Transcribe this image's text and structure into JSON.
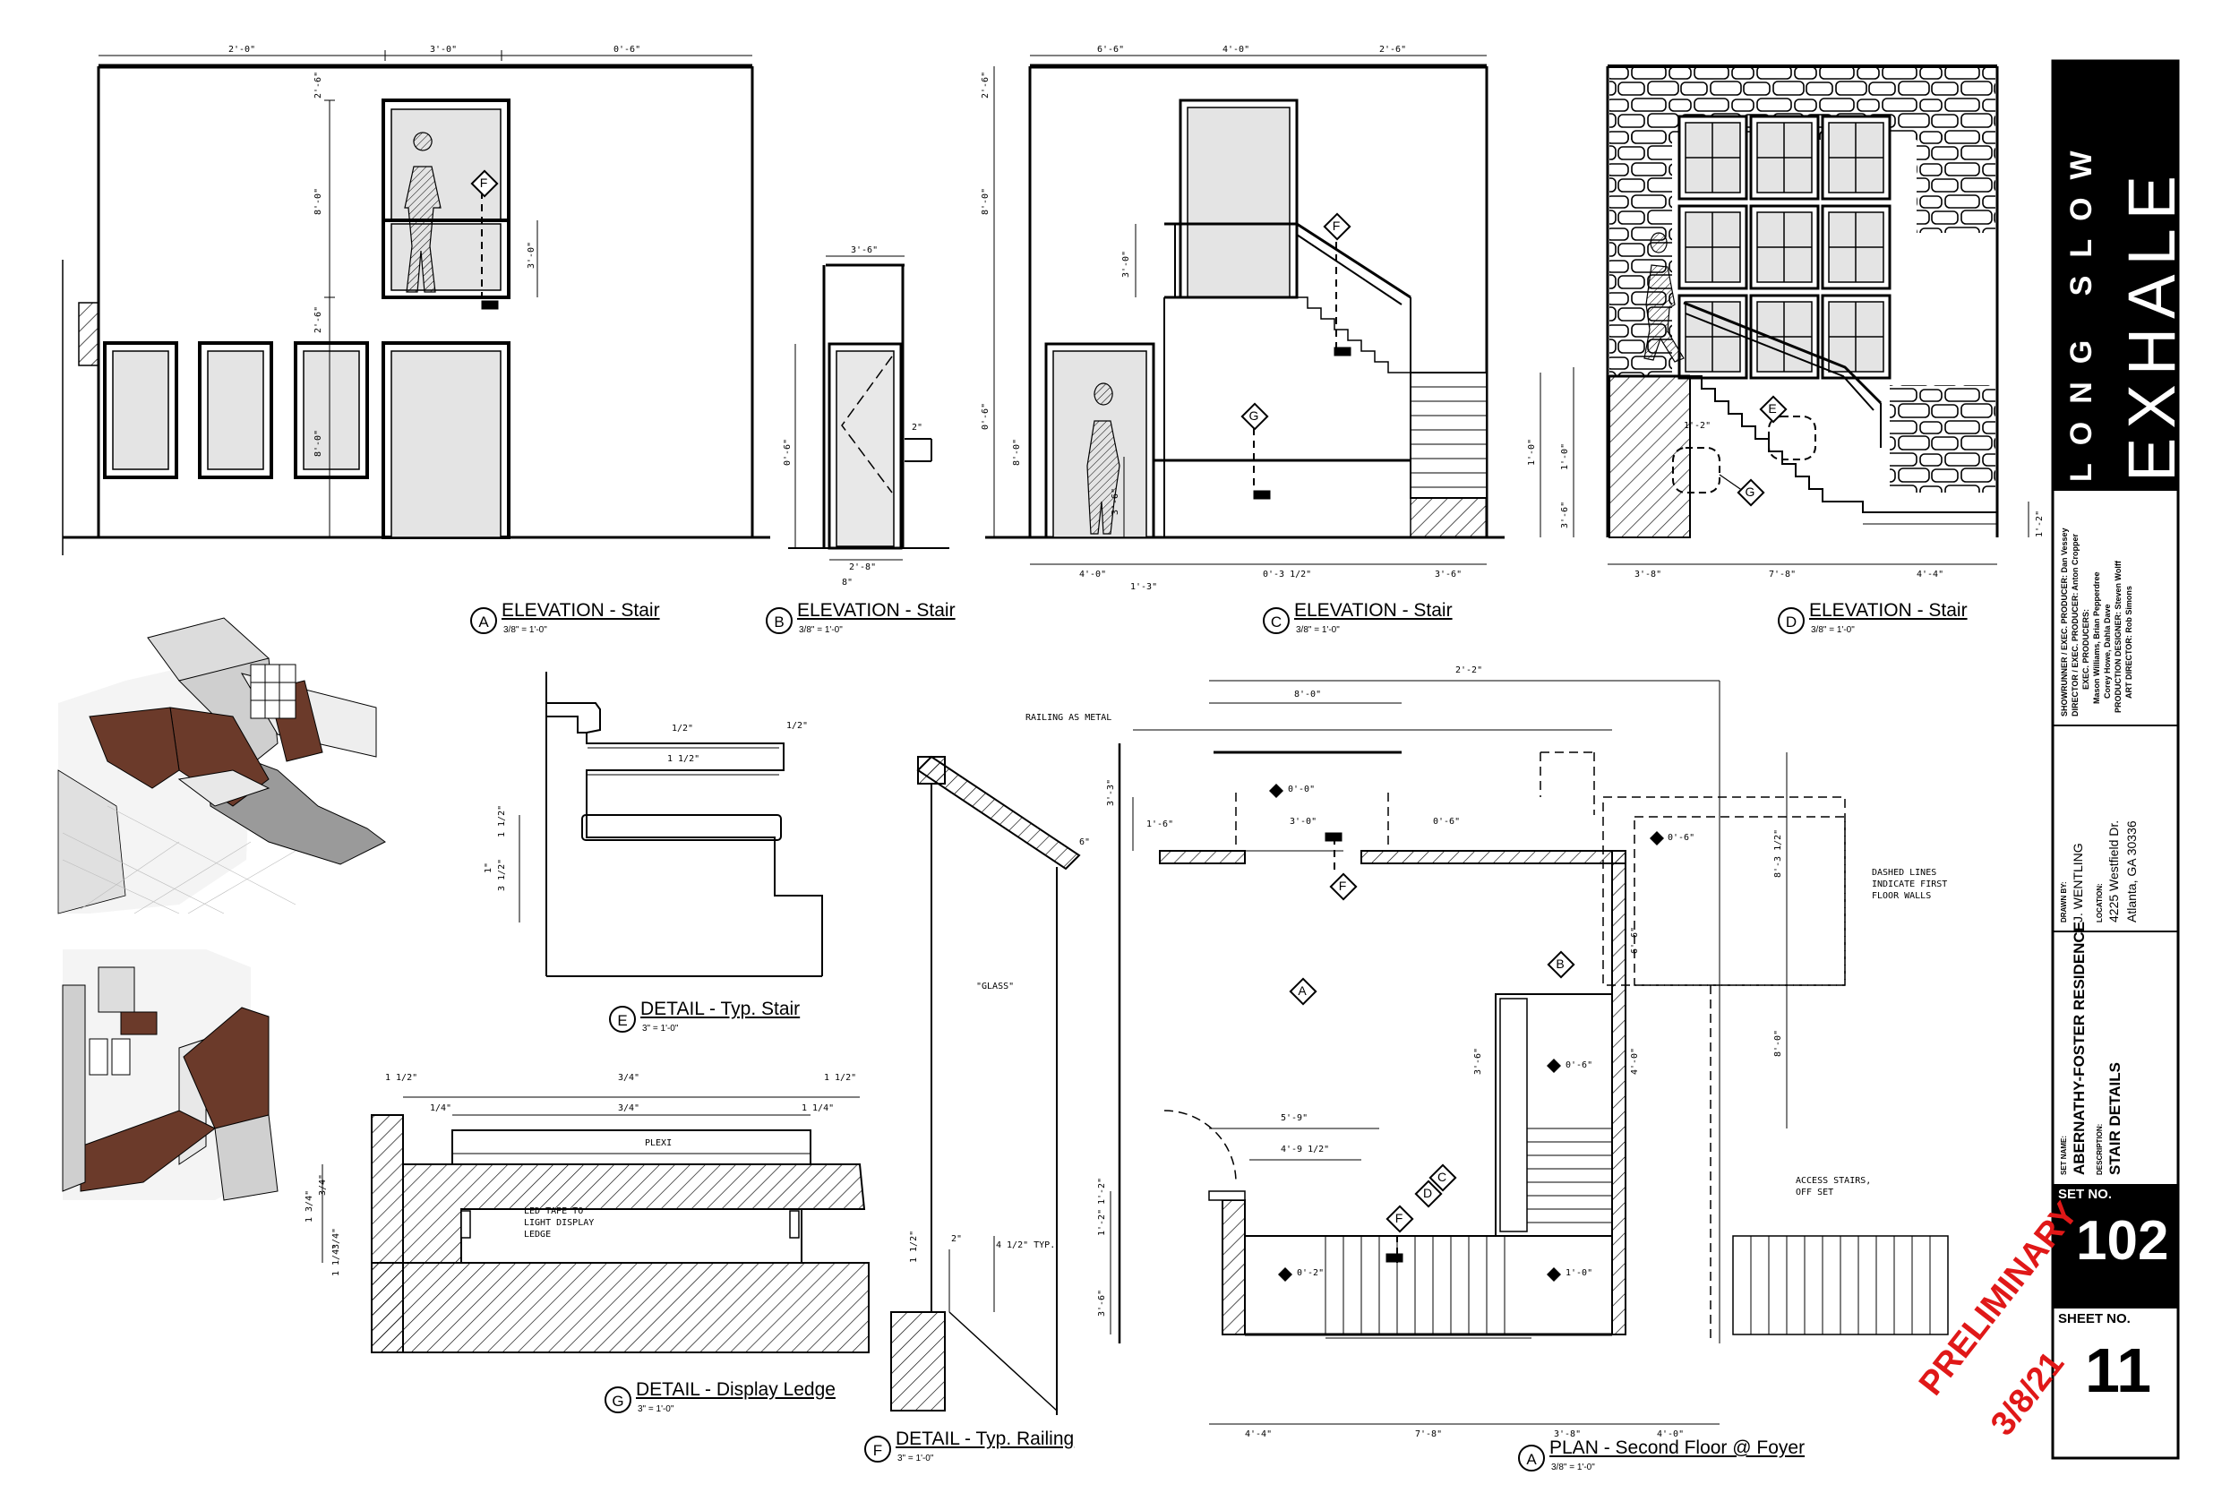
{
  "drawings": {
    "A": {
      "bubble": "A",
      "title": "ELEVATION - Stair",
      "scale": "3/8\" = 1'-0\""
    },
    "B": {
      "bubble": "B",
      "title": "ELEVATION - Stair",
      "scale": "3/8\" = 1'-0\""
    },
    "C": {
      "bubble": "C",
      "title": "ELEVATION - Stair",
      "scale": "3/8\" = 1'-0\""
    },
    "D": {
      "bubble": "D",
      "title": "ELEVATION - Stair",
      "scale": "3/8\" = 1'-0\""
    },
    "E": {
      "bubble": "E",
      "title": "DETAIL - Typ. Stair",
      "scale": "3\" = 1'-0\""
    },
    "G": {
      "bubble": "G",
      "title": "DETAIL - Display Ledge",
      "scale": "3\" = 1'-0\""
    },
    "F": {
      "bubble": "F",
      "title": "DETAIL - Typ. Railing",
      "scale": "3\" = 1'-0\""
    },
    "P": {
      "bubble": "A",
      "title": "PLAN - Second Floor @ Foyer",
      "scale": "3/8\" = 1'-0\""
    }
  },
  "dims": {
    "a_top": [
      "2'-0\"",
      "3'-0\"",
      "0'-6\""
    ],
    "a_left": [
      "2'-6\"",
      "8'-0\"",
      "2'-6\"",
      "8'-0\""
    ],
    "a_rail": "3'-0\"",
    "b_top": "3'-6\"",
    "b_left": "0'-6\"",
    "b_bottom": "2'-8\"",
    "b_bottom2": "8\"",
    "b_side": "2\"",
    "c_top": [
      "6'-6\"",
      "4'-0\"",
      "2'-6\""
    ],
    "c_left": [
      "2'-6\"",
      "8'-0\"",
      "0'-6\"",
      "8'-0\""
    ],
    "c_rail": "3'-0\"",
    "c_rail2": "3'-6\"",
    "c_right": "1'-0\"",
    "c_bottom": [
      "4'-0\"",
      "1'-3\"",
      "0'-3 1/2\"",
      "3'-6\""
    ],
    "d_bottom": [
      "3'-8\"",
      "7'-8\"",
      "4'-4\""
    ],
    "d_left": [
      "1'-0\"",
      "3'-6\""
    ],
    "d_small": "1'-2\"",
    "d_right": "1'-2\"",
    "e_dims": [
      "1/2\"",
      "1 1/2\"",
      "1 1/2\"",
      "3 1/2\"",
      "1\"",
      "1/2\""
    ],
    "g_dims": [
      "1 1/2\"",
      "3/4\"",
      "1 1/2\"",
      "3/4\"",
      "1/4\"",
      "1 1/4\"",
      "3/4\"",
      "1 3/4\"",
      "3/4\"",
      "1 1/4\""
    ],
    "f_dims": [
      "1 1/2\"",
      "2\"",
      "4 1/2\" TYP.",
      "6\""
    ],
    "p_dims": [
      "2'-2\"",
      "8'-0\"",
      "1'-6\"",
      "3'-0\"",
      "0'-6\"",
      "8'-3 1/2\"",
      "6'-6\"",
      "8'-0\"",
      "3'-6\"",
      "4'-0\"",
      "5'-9\"",
      "3'-3\"",
      "4'-9 1/2\"",
      "1'-2\"",
      "1'-2\"",
      "4'-4\"",
      "7'-8\"",
      "3'-8\"",
      "4'-0\"",
      "3'-6\""
    ],
    "p_elev": [
      "0'-0\"",
      "0'-6\"",
      "0'-6\"",
      "0'-2\"",
      "1'-0\""
    ]
  },
  "notes": {
    "f_railing": "RAILING AS METAL",
    "f_glass": "\"GLASS\"",
    "g_plexi": "PLEXI",
    "g_led": "LED TAPE TO\nLIGHT DISPLAY\nLEDGE",
    "p_dashed": "DASHED LINES\nINDICATE FIRST\nFLOOR WALLS",
    "p_access": "ACCESS STAIRS,\nOFF SET"
  },
  "markers": {
    "F": "F",
    "G": "G",
    "E": "E",
    "A": "A",
    "B": "B",
    "C": "C",
    "D": "D"
  },
  "title_block": {
    "show_line1": "LONG SLOW",
    "show_line2": "EXHALE",
    "credits": [
      "SHOWRUNNER / EXEC. PRODUCER: Dan Vessey",
      "DIRECTOR / EXEC. PRODUCER: Anton Cropper",
      "EXEC. PRODUCERS:",
      "Mason Williams, Brian Pepperdree",
      "Corey Howe, Dahla Dave",
      "PRODUCTION DESIGNER: Steven Wolff",
      "ART DIRECTOR: Rob Simons"
    ],
    "drawn_by_label": "DRAWN BY:",
    "drawn_by": "J. WENTLING",
    "location_label": "LOCATION:",
    "location1": "4225 Westfield Dr.",
    "location2": "Atlanta, GA 30336",
    "set_name_label": "SET NAME:",
    "set_name": "ABERNATHY-FOSTER RESIDENCE",
    "description_label": "DESCRIPTION:",
    "description": "STAIR DETAILS",
    "set_no_label": "SET NO.",
    "set_no": "102",
    "sheet_no_label": "SHEET NO.",
    "sheet_no": "11"
  },
  "stamp": {
    "line1": "PRELIMINARY",
    "line2": "3/8/21",
    "color": "#e01818"
  },
  "colors": {
    "line": "#000000",
    "glass": "#e4e4e4",
    "wood": "#6b3a2a",
    "wall": "#f0f0f0",
    "black_band": "#000000"
  }
}
